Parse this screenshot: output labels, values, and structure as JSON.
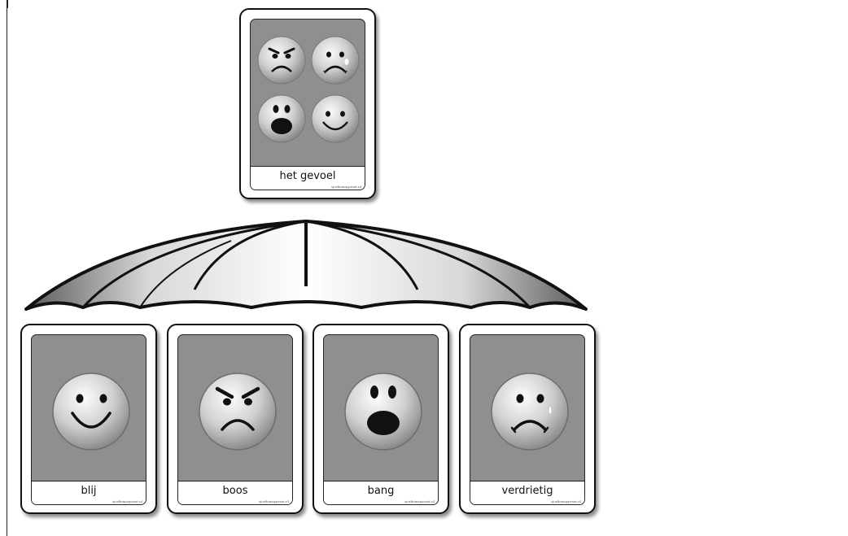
{
  "parent_card": {
    "label": "het gevoel",
    "credit": "sjorfiemaypraat.nl",
    "faces": [
      "angry-face-icon",
      "sad-face-icon",
      "scared-face-icon",
      "happy-face-icon"
    ]
  },
  "umbrella": {
    "icon": "umbrella-icon"
  },
  "child_cards": [
    {
      "label": "blij",
      "face": "happy-face-icon",
      "credit": "sjorfiemaypraat.nl"
    },
    {
      "label": "boos",
      "face": "angry-face-icon",
      "credit": "sjorfiemaypraat.nl"
    },
    {
      "label": "bang",
      "face": "scared-face-icon",
      "credit": "sjorfiemaypraat.nl"
    },
    {
      "label": "verdrietig",
      "face": "sad-face-icon",
      "credit": "sjorfiemaypraat.nl"
    }
  ],
  "colors": {
    "card_bg": "#8f8f8f",
    "ink": "#111111"
  }
}
